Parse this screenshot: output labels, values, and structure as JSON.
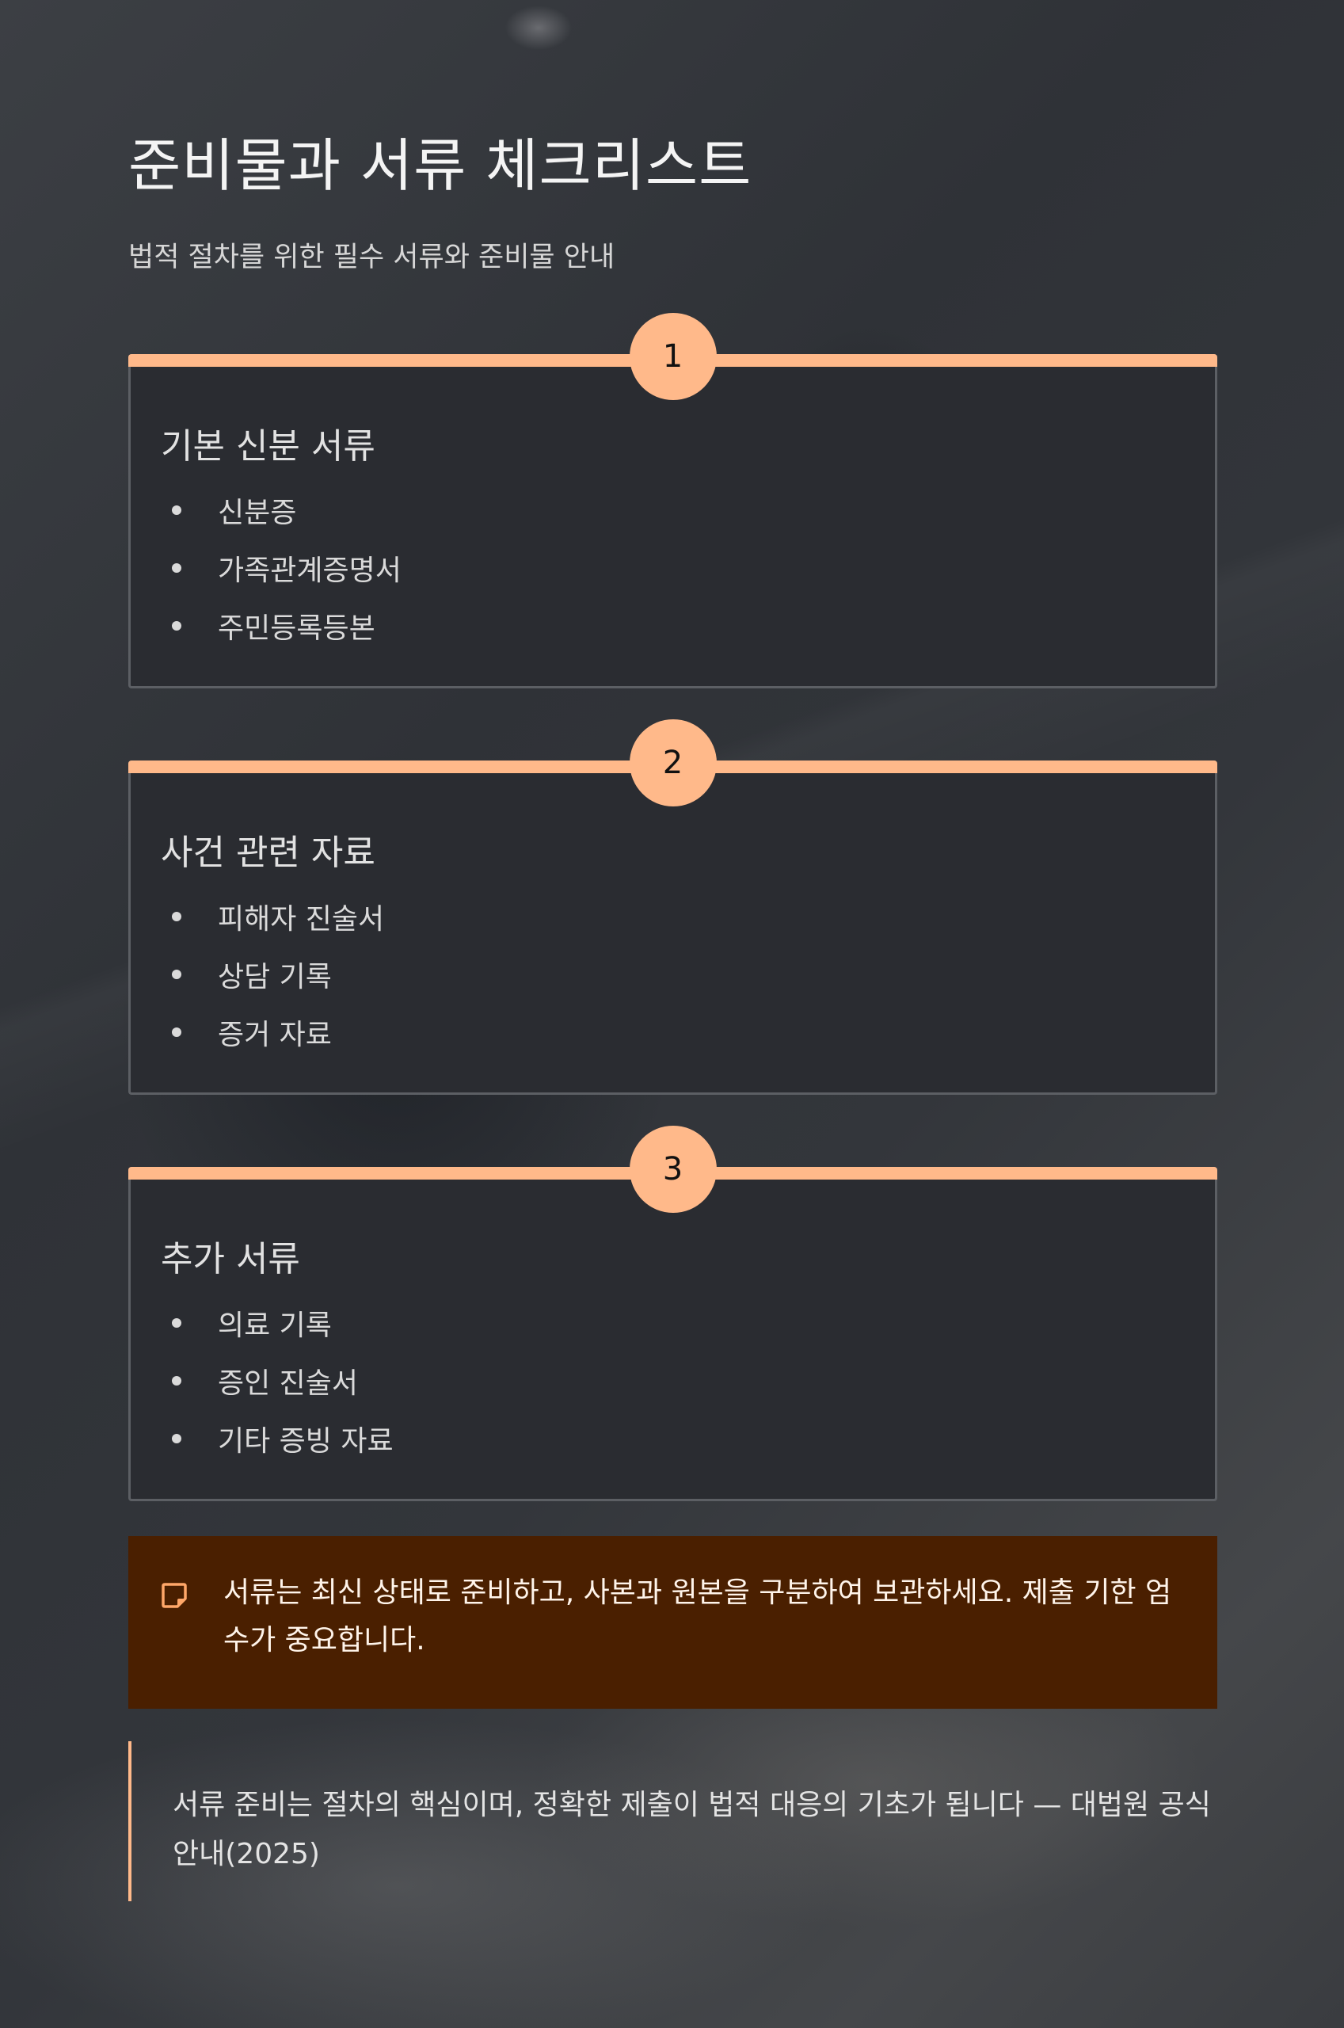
{
  "header": {
    "title": "준비물과 서류 체크리스트",
    "subtitle": "법적 절차를 위한 필수 서류와 준비물 안내"
  },
  "cards": [
    {
      "number": "1",
      "heading": "기본 신분 서류",
      "items": [
        "신분증",
        "가족관계증명서",
        "주민등록등본"
      ]
    },
    {
      "number": "2",
      "heading": "사건 관련 자료",
      "items": [
        "피해자 진술서",
        "상담 기록",
        "증거 자료"
      ]
    },
    {
      "number": "3",
      "heading": "추가 서류",
      "items": [
        "의료 기록",
        "증인 진술서",
        "기타 증빙 자료"
      ]
    }
  ],
  "callout": {
    "icon": "sticky-note-icon",
    "text": "서류는 최신 상태로 준비하고, 사본과 원본을 구분하여 보관하세요. 제출 기한 엄수가 중요합니다."
  },
  "quote": {
    "text": "서류 준비는 절차의 핵심이며, 정확한 제출이 법적 대응의 기초가 됩니다 — 대법원 공식 안내(2025)"
  },
  "colors": {
    "accent": "#ffb98a",
    "card_bg": "#2a2c31",
    "card_border": "#5c5f64",
    "callout_bg": "#4a1f00"
  }
}
